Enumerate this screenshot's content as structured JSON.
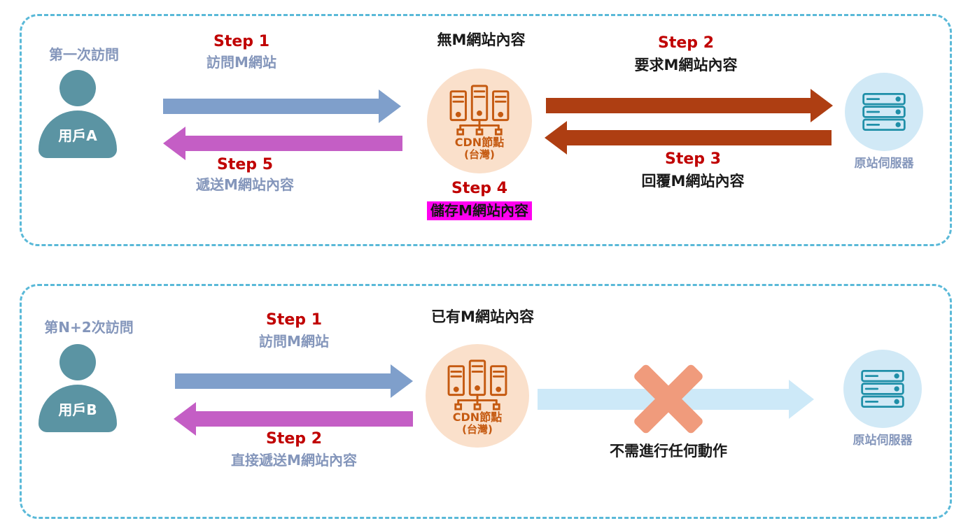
{
  "colors": {
    "step_red": "#C00000",
    "secondary_blue_grey": "#8496BB",
    "text_black": "#1A1A1A",
    "highlight_magenta": "#FF00F0",
    "arrow_blue": "#7F9FCB",
    "arrow_magenta": "#C45EC5",
    "arrow_dark_red": "#AE3E12",
    "arrow_pale_blue": "#CDE9F8",
    "cross_orange": "#F09B7C",
    "cdn_orange": "#C55A11",
    "cdn_circle_bg": "#FAE0CB",
    "origin_teal": "#1F8FA8",
    "origin_circle_bg": "#D1E9F6",
    "person_teal": "#5B94A3",
    "panel_border_blue": "#5AB9D8"
  },
  "panels": [
    {
      "id": "first-visit",
      "user": {
        "title": "第一次訪問",
        "label": "用戶A"
      },
      "cdn": {
        "status": "無M網站內容",
        "label": "CDN節點",
        "sublabel": "(台灣)"
      },
      "origin": {
        "label": "原站伺服器"
      },
      "steps": {
        "step1": {
          "title": "Step 1",
          "desc": "訪問M網站"
        },
        "step2": {
          "title": "Step 2",
          "desc": "要求M網站內容"
        },
        "step3": {
          "title": "Step 3",
          "desc": "回覆M網站內容"
        },
        "step4": {
          "title": "Step 4",
          "desc": "儲存M網站內容"
        },
        "step5": {
          "title": "Step 5",
          "desc": "遞送M網站內容"
        }
      }
    },
    {
      "id": "repeat-visit",
      "user": {
        "title": "第N+2次訪問",
        "label": "用戶B"
      },
      "cdn": {
        "status": "已有M網站內容",
        "label": "CDN節點",
        "sublabel": "(台灣)"
      },
      "origin": {
        "label": "原站伺服器"
      },
      "steps": {
        "step1": {
          "title": "Step 1",
          "desc": "訪問M網站"
        },
        "step2": {
          "title": "Step 2",
          "desc": "直接遞送M網站內容"
        }
      },
      "no_action": "不需進行任何動作"
    }
  ]
}
